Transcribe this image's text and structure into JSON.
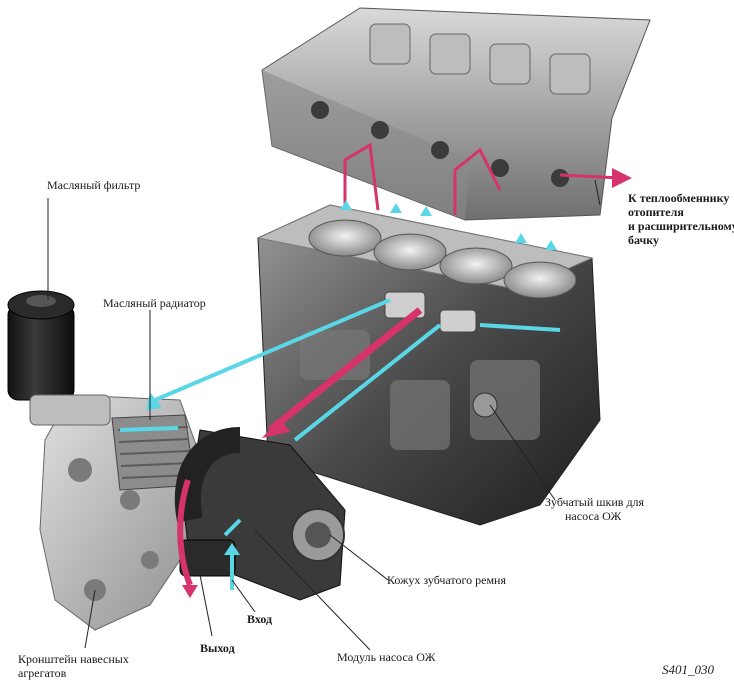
{
  "labels": {
    "oil_filter": "Масляный фильтр",
    "oil_cooler": "Масляный радиатор",
    "heater_exchanger_line1": "К теплообменнику",
    "heater_exchanger_line2": "отопителя",
    "heater_exchanger_line3": "и расширительному",
    "heater_exchanger_line4": "бачку",
    "pump_sprocket_line1": "Зубчатый шкив для",
    "pump_sprocket_line2": "насоса ОЖ",
    "belt_cover": "Кожух зубчатого ремня",
    "inlet": "Вход",
    "outlet": "Выход",
    "pump_module": "Модуль насоса ОЖ",
    "bracket_line1": "Кронштейн навесных",
    "bracket_line2": "агрегатов"
  },
  "figure_ref": "S401_030",
  "colors": {
    "hot_flow": "#d6336c",
    "cold_flow": "#5ad7e6",
    "metal_dark": "#2b2b2b",
    "metal_light": "#b8b8b8"
  }
}
